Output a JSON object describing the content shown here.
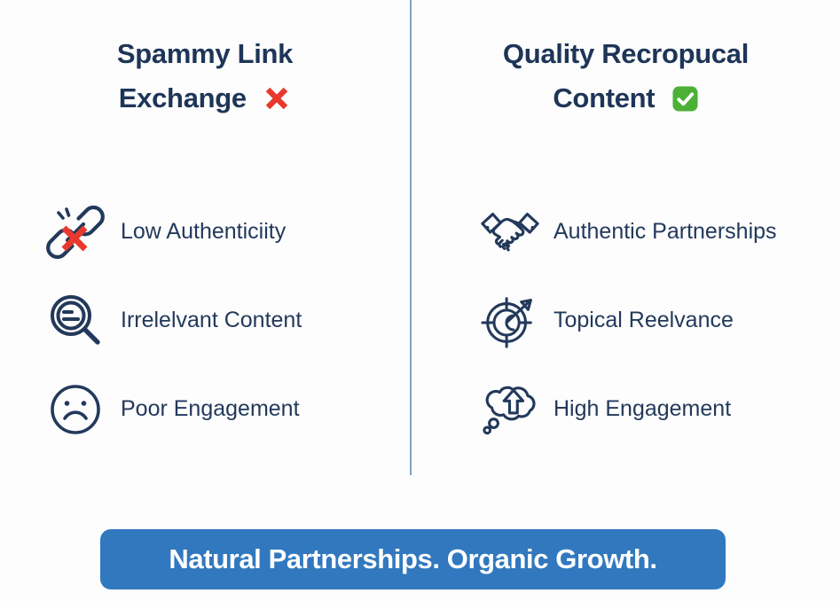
{
  "background_color": "#fdfdfd",
  "divider": {
    "color": "#7fa3c4"
  },
  "left_column": {
    "heading_line1": "Spammy Link",
    "heading_line2": "Exchange",
    "heading_mark": "cross-mark",
    "heading_mark_color": "#e8392e",
    "heading_color": "#1d3557",
    "features": [
      {
        "icon": "broken-link-icon",
        "label": "Low Authenticiity"
      },
      {
        "icon": "magnifier-icon",
        "label": "Irrelelvant Content"
      },
      {
        "icon": "sad-face-icon",
        "label": "Poor Engagement"
      }
    ]
  },
  "right_column": {
    "heading_line1": "Quality Recropucal",
    "heading_line2": "Content",
    "heading_mark": "check-mark",
    "heading_mark_color": "#4cb037",
    "heading_color": "#1d3557",
    "features": [
      {
        "icon": "handshake-icon",
        "label": "Authentic Partnerships"
      },
      {
        "icon": "target-arrow-icon",
        "label": "Topical Reelvance"
      },
      {
        "icon": "thought-cloud-up-arrow-icon",
        "label": "High Engagement"
      }
    ]
  },
  "banner": {
    "text": "Natural Partnerships. Organic Growth.",
    "background_color": "#3178be",
    "text_color": "#ffffff"
  }
}
